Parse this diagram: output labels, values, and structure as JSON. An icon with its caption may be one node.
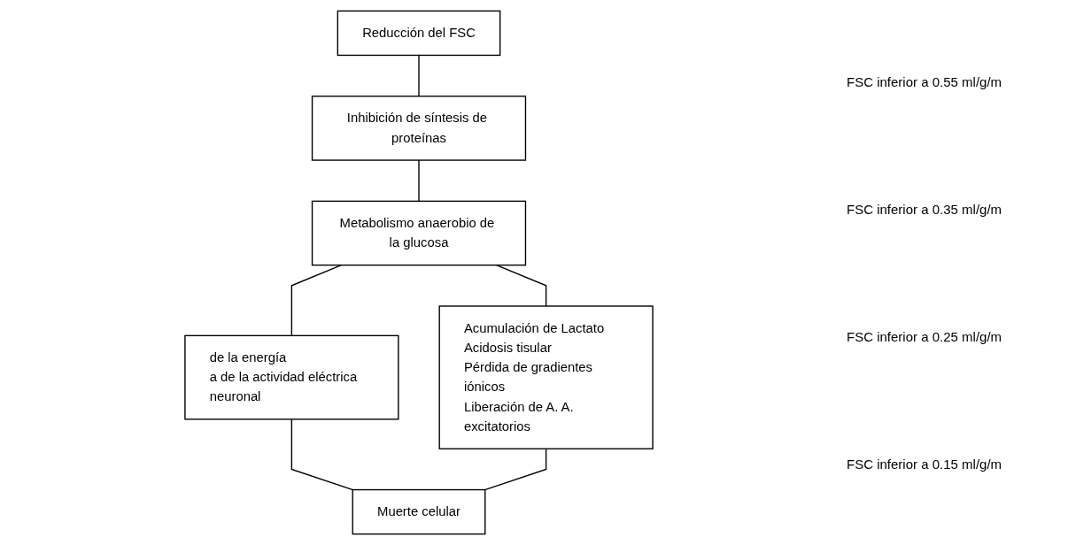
{
  "diagram": {
    "nodes": [
      {
        "text": [
          "Reducción del FSC"
        ]
      },
      {
        "text": [
          "Inhibición de síntesis de proteínas"
        ]
      },
      {
        "text": [
          "Metabolismo anaerobio de la glucosa"
        ]
      },
      {
        "text": [
          "de la energía",
          "a de la actividad eléctrica neuronal"
        ]
      },
      {
        "text": [
          "Acumulación de Lactato",
          "Acidosis tisular",
          "Pérdida de gradientes iónicos",
          "Liberación de A. A. excitatorios"
        ]
      },
      {
        "text": [
          "Muerte celular"
        ]
      }
    ],
    "edges": [
      {
        "from": 0,
        "to": 1,
        "arrow": "none"
      },
      {
        "from": 1,
        "to": 2,
        "arrow": "none"
      },
      {
        "from": 2,
        "to": 3,
        "arrow": "none"
      },
      {
        "from": 2,
        "to": 4,
        "arrow": "none"
      },
      {
        "from": 3,
        "to": 5,
        "arrow": "none"
      },
      {
        "from": 4,
        "to": 5,
        "arrow": "none"
      }
    ],
    "labels": [
      "FSC inferior a 0.55 ml/g/m",
      "FSC inferior a 0.35 ml/g/m",
      "FSC inferior a 0.25 ml/g/m",
      "FSC inferior a 0.15 ml/g/m"
    ]
  }
}
